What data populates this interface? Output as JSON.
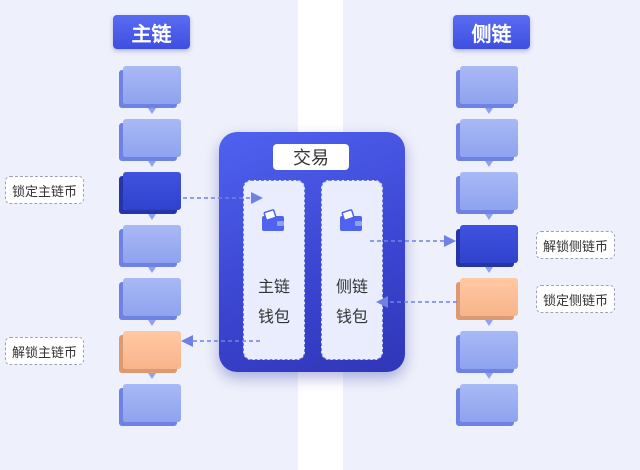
{
  "main_chain": {
    "title": "主链",
    "lock_label": "锁定主链币",
    "unlock_label": "解锁主链币",
    "blocks": [
      "normal",
      "normal",
      "locked",
      "normal",
      "normal",
      "unlock",
      "normal"
    ]
  },
  "side_chain": {
    "title": "侧链",
    "unlock_label": "解锁侧链币",
    "lock_label": "锁定侧链币",
    "blocks": [
      "normal",
      "normal",
      "normal",
      "locked",
      "unlock",
      "normal",
      "normal"
    ]
  },
  "transaction": {
    "title": "交易",
    "main_wallet": {
      "line1": "主链",
      "line2": "钱包"
    },
    "side_wallet": {
      "line1": "侧链",
      "line2": "钱包"
    }
  },
  "colors": {
    "lane": "#eef0fb",
    "block": "#a9b9f5",
    "locked_block": "#3f53e0",
    "unlock_block": "#ffc9a3",
    "panel": "#3a44cf",
    "arrow": "#6f82e4"
  },
  "icons": [
    "wallet-icon",
    "dashed-arrow-icon",
    "down-arrow-icon"
  ]
}
